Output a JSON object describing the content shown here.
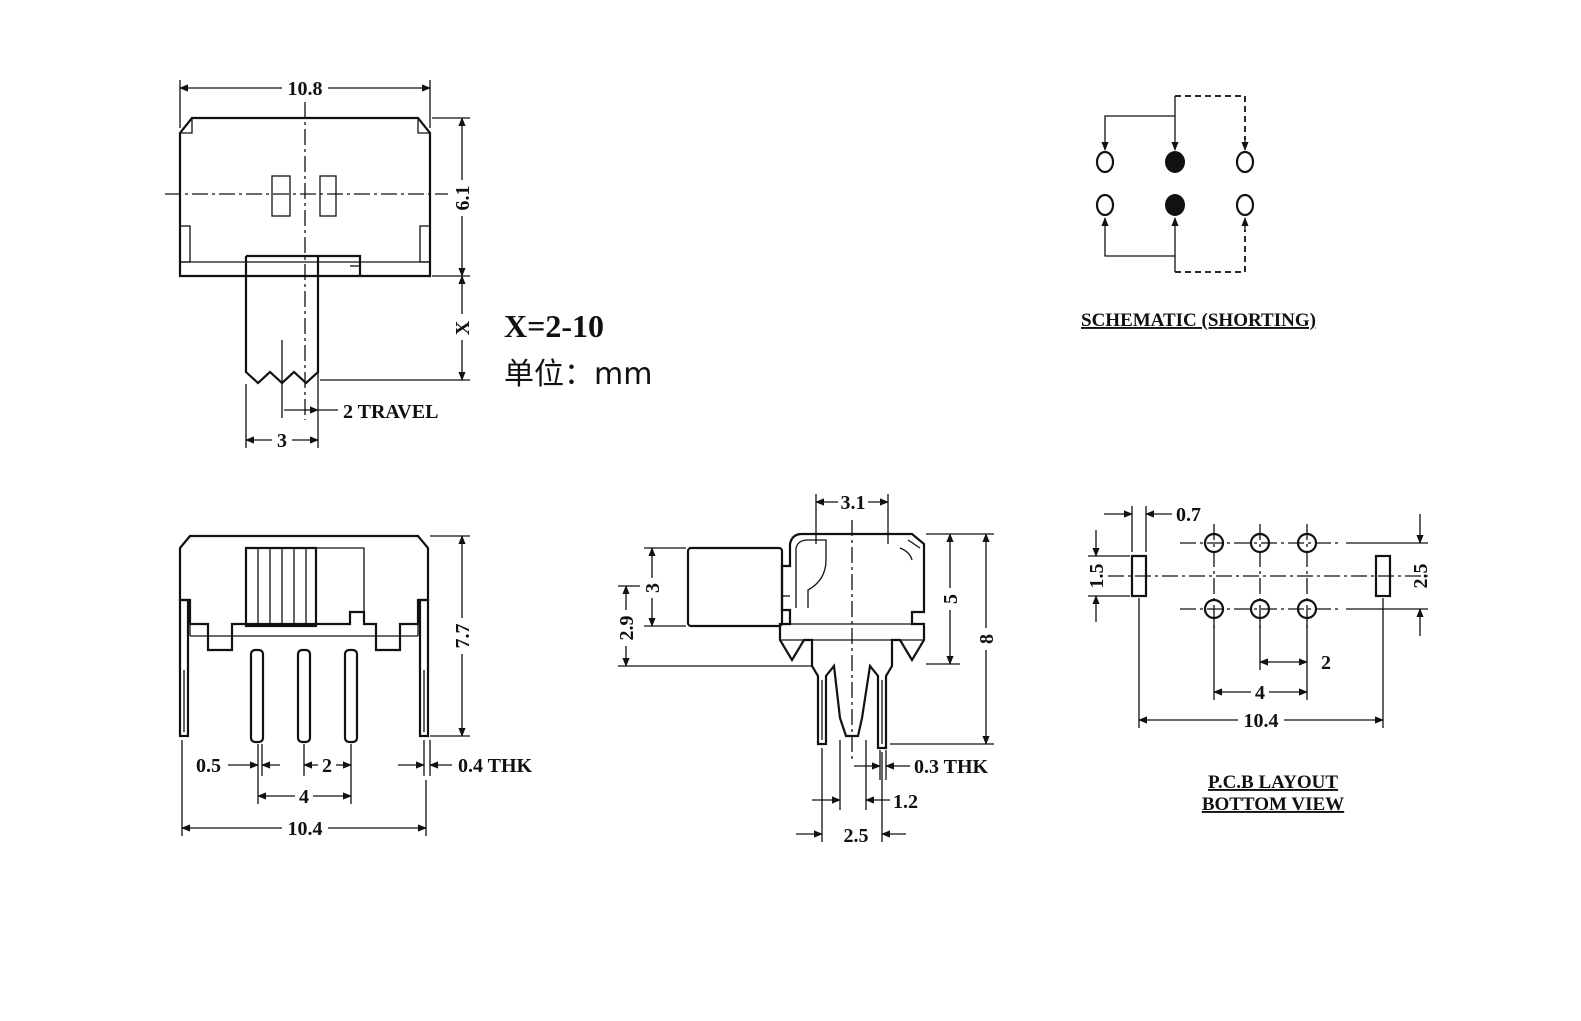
{
  "top_view": {
    "width_label": "10.8",
    "height_label": "6.1",
    "x_label": "X",
    "travel_label": "2 TRAVEL",
    "knob_label": "3"
  },
  "notes": {
    "x_range": "X=2-10",
    "unit": "单位：mm"
  },
  "schematic": {
    "caption": "SCHEMATIC (SHORTING)"
  },
  "front_view": {
    "height_label": "7.7",
    "pin_width_label": "0.5",
    "pitch_label": "2",
    "span_label": "4",
    "thickness_label": "0.4 THK",
    "overall_label": "10.4"
  },
  "side_view": {
    "top_label": "3.1",
    "knob_height_label": "3",
    "knob_offset_label": "2.9",
    "body_height_label": "5",
    "overall_height_label": "8",
    "thickness_label": "0.3 THK",
    "pin_gap_label": "1.2",
    "pin_pitch_label": "2.5"
  },
  "pcb_layout": {
    "slot_width_label": "0.7",
    "slot_height_label": "1.5",
    "row_spacing_label": "2.5",
    "pitch_label": "2",
    "span_label": "4",
    "overall_label": "10.4",
    "caption_line1": "P.C.B LAYOUT",
    "caption_line2": "BOTTOM VIEW"
  }
}
